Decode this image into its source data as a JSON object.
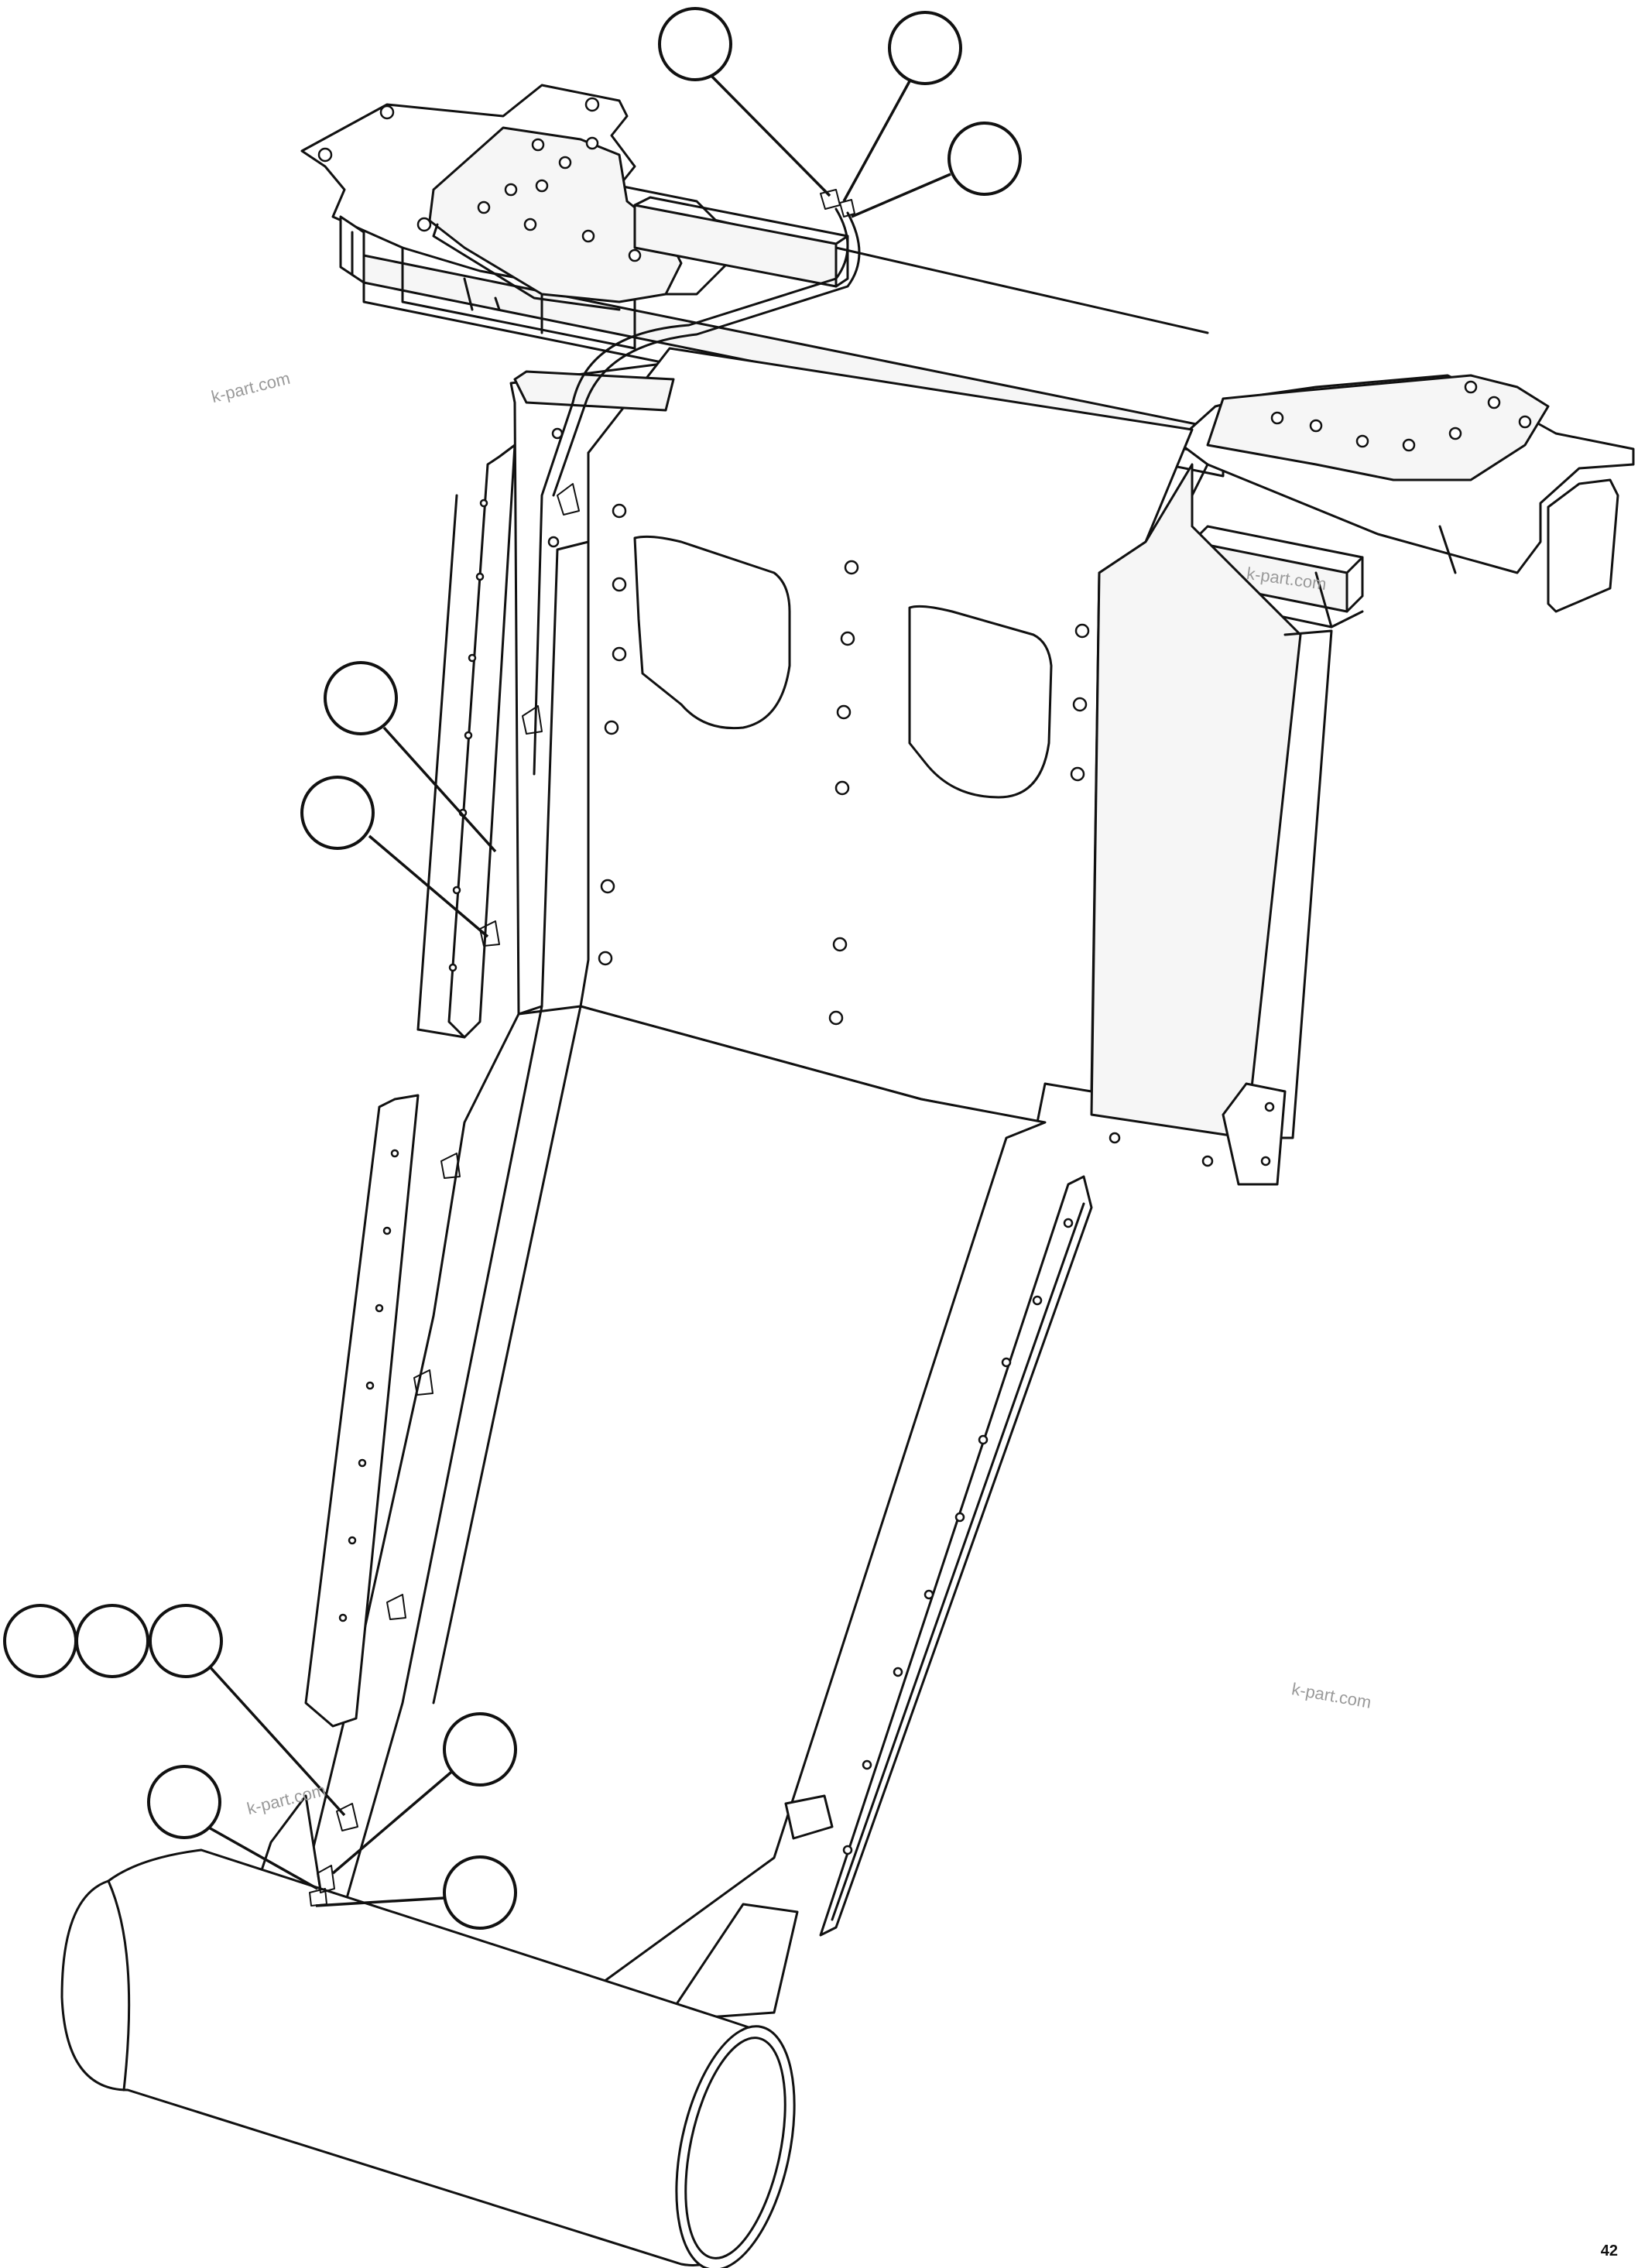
{
  "watermarks": [
    {
      "id": "wm1",
      "text": "k-part.com"
    },
    {
      "id": "wm2",
      "text": "k-part.com"
    },
    {
      "id": "wm3",
      "text": "k-part.com"
    },
    {
      "id": "wm4",
      "text": "k-part.com"
    }
  ],
  "figure_number": "42",
  "callouts": [
    {
      "name": "callout-top-1",
      "label": ""
    },
    {
      "name": "callout-top-2",
      "label": ""
    },
    {
      "name": "callout-top-3",
      "label": ""
    },
    {
      "name": "callout-mid-1",
      "label": ""
    },
    {
      "name": "callout-mid-2",
      "label": ""
    },
    {
      "name": "callout-bottom-1",
      "label": ""
    },
    {
      "name": "callout-bottom-2",
      "label": ""
    },
    {
      "name": "callout-bottom-3",
      "label": ""
    },
    {
      "name": "callout-bottom-4",
      "label": ""
    },
    {
      "name": "callout-bottom-5",
      "label": ""
    },
    {
      "name": "callout-bottom-6",
      "label": ""
    }
  ]
}
